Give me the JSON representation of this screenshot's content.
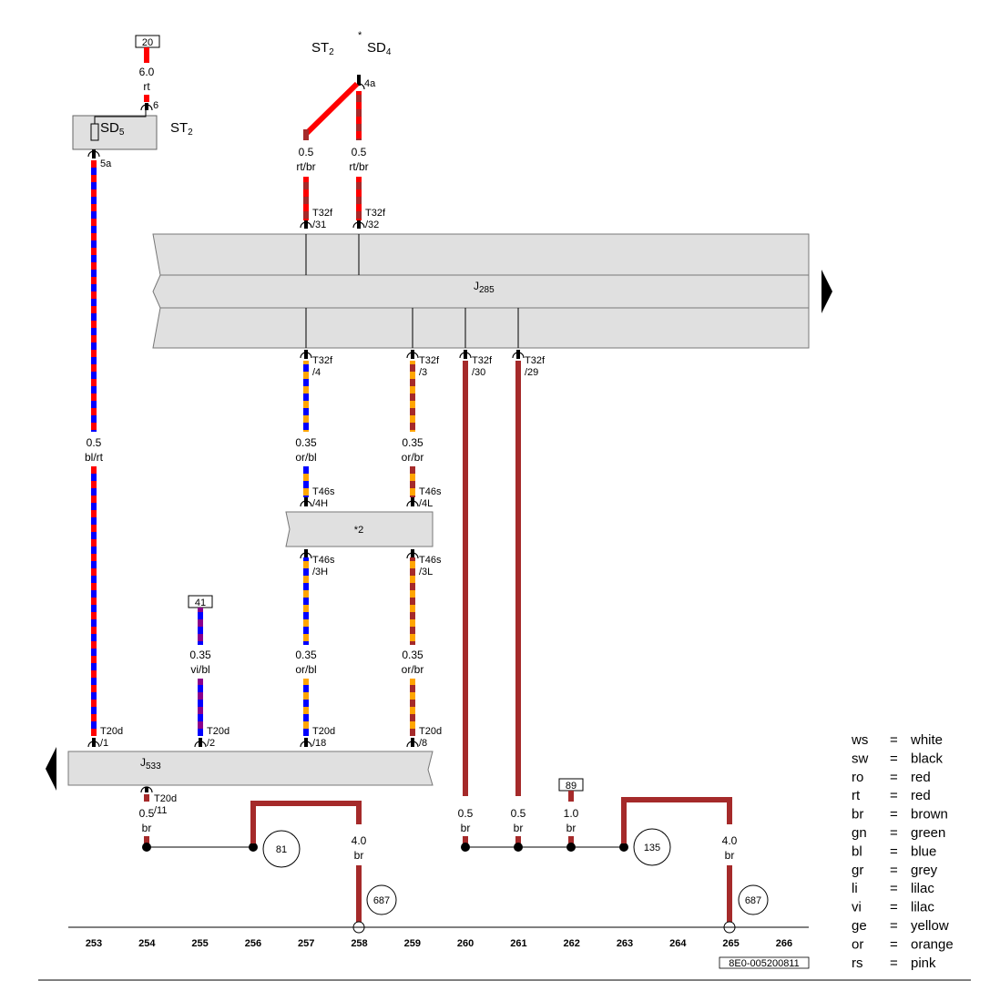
{
  "top_refs": {
    "ref20": "20",
    "ref41": "41",
    "ref89": "89"
  },
  "components": {
    "st2_top": "ST",
    "st2_top_sub": "2",
    "sd4": "SD",
    "sd4_sub": "4",
    "star": "*",
    "sd5": "SD",
    "sd5_sub": "5",
    "st2_box": "ST",
    "st2_box_sub": "2",
    "j285": "J",
    "j285_sub": "285",
    "j533": "J",
    "j533_sub": "533",
    "module2": "*2"
  },
  "pins": {
    "p6": "6",
    "p5a": "5a",
    "p4a": "4a",
    "t32f_31a": "T32f",
    "t32f_31b": "/31",
    "t32f_32a": "T32f",
    "t32f_32b": "/32",
    "t32f_4a": "T32f",
    "t32f_4b": "/4",
    "t32f_3a": "T32f",
    "t32f_3b": "/3",
    "t32f_30a": "T32f",
    "t32f_30b": "/30",
    "t32f_29a": "T32f",
    "t32f_29b": "/29",
    "t46s_4ha": "T46s",
    "t46s_4hb": "/4H",
    "t46s_4la": "T46s",
    "t46s_4lb": "/4L",
    "t46s_3ha": "T46s",
    "t46s_3hb": "/3H",
    "t46s_3la": "T46s",
    "t46s_3lb": "/3L",
    "t20d_1a": "T20d",
    "t20d_1b": "/1",
    "t20d_2a": "T20d",
    "t20d_2b": "/2",
    "t20d_18a": "T20d",
    "t20d_18b": "/18",
    "t20d_8a": "T20d",
    "t20d_8b": "/8",
    "t20d_11a": "T20d",
    "t20d_11b": "/11"
  },
  "wires": {
    "w_rt_s": "6.0",
    "w_rt_c": "rt",
    "w_rtbr1_s": "0.5",
    "w_rtbr1_c": "rt/br",
    "w_rtbr2_s": "0.5",
    "w_rtbr2_c": "rt/br",
    "w_blrt_s": "0.5",
    "w_blrt_c": "bl/rt",
    "w_orbl1_s": "0.35",
    "w_orbl1_c": "or/bl",
    "w_orbr1_s": "0.35",
    "w_orbr1_c": "or/br",
    "w_vibl_s": "0.35",
    "w_vibl_c": "vi/bl",
    "w_orbl2_s": "0.35",
    "w_orbl2_c": "or/bl",
    "w_orbr2_s": "0.35",
    "w_orbr2_c": "or/br",
    "w_br254_s": "0.5",
    "w_br254_c": "br",
    "w_br258_s": "4.0",
    "w_br258_c": "br",
    "w_br260_s": "0.5",
    "w_br260_c": "br",
    "w_br261_s": "0.5",
    "w_br261_c": "br",
    "w_br262_s": "1.0",
    "w_br262_c": "br",
    "w_br265_s": "4.0",
    "w_br265_c": "br"
  },
  "grounds": {
    "g81": "81",
    "g687a": "687",
    "g135": "135",
    "g687b": "687"
  },
  "axis": [
    "253",
    "254",
    "255",
    "256",
    "257",
    "258",
    "259",
    "260",
    "261",
    "262",
    "263",
    "264",
    "265",
    "266"
  ],
  "doc_code": "8E0-005200811",
  "legend": [
    {
      "abbr": "ws",
      "eq": "=",
      "name": "white"
    },
    {
      "abbr": "sw",
      "eq": "=",
      "name": "black"
    },
    {
      "abbr": "ro",
      "eq": "=",
      "name": "red"
    },
    {
      "abbr": "rt",
      "eq": "=",
      "name": "red"
    },
    {
      "abbr": "br",
      "eq": "=",
      "name": "brown"
    },
    {
      "abbr": "gn",
      "eq": "=",
      "name": "green"
    },
    {
      "abbr": "bl",
      "eq": "=",
      "name": "blue"
    },
    {
      "abbr": "gr",
      "eq": "=",
      "name": "grey"
    },
    {
      "abbr": "li",
      "eq": "=",
      "name": "lilac"
    },
    {
      "abbr": "vi",
      "eq": "=",
      "name": "lilac"
    },
    {
      "abbr": "ge",
      "eq": "=",
      "name": "yellow"
    },
    {
      "abbr": "or",
      "eq": "=",
      "name": "orange"
    },
    {
      "abbr": "rs",
      "eq": "=",
      "name": "pink"
    }
  ],
  "colors": {
    "red": "#ff0000",
    "brown": "#a52a2a",
    "blue": "#0000ff",
    "orange": "#ffa500",
    "violet": "#8b008b",
    "module_fill": "#e0e0e0"
  }
}
